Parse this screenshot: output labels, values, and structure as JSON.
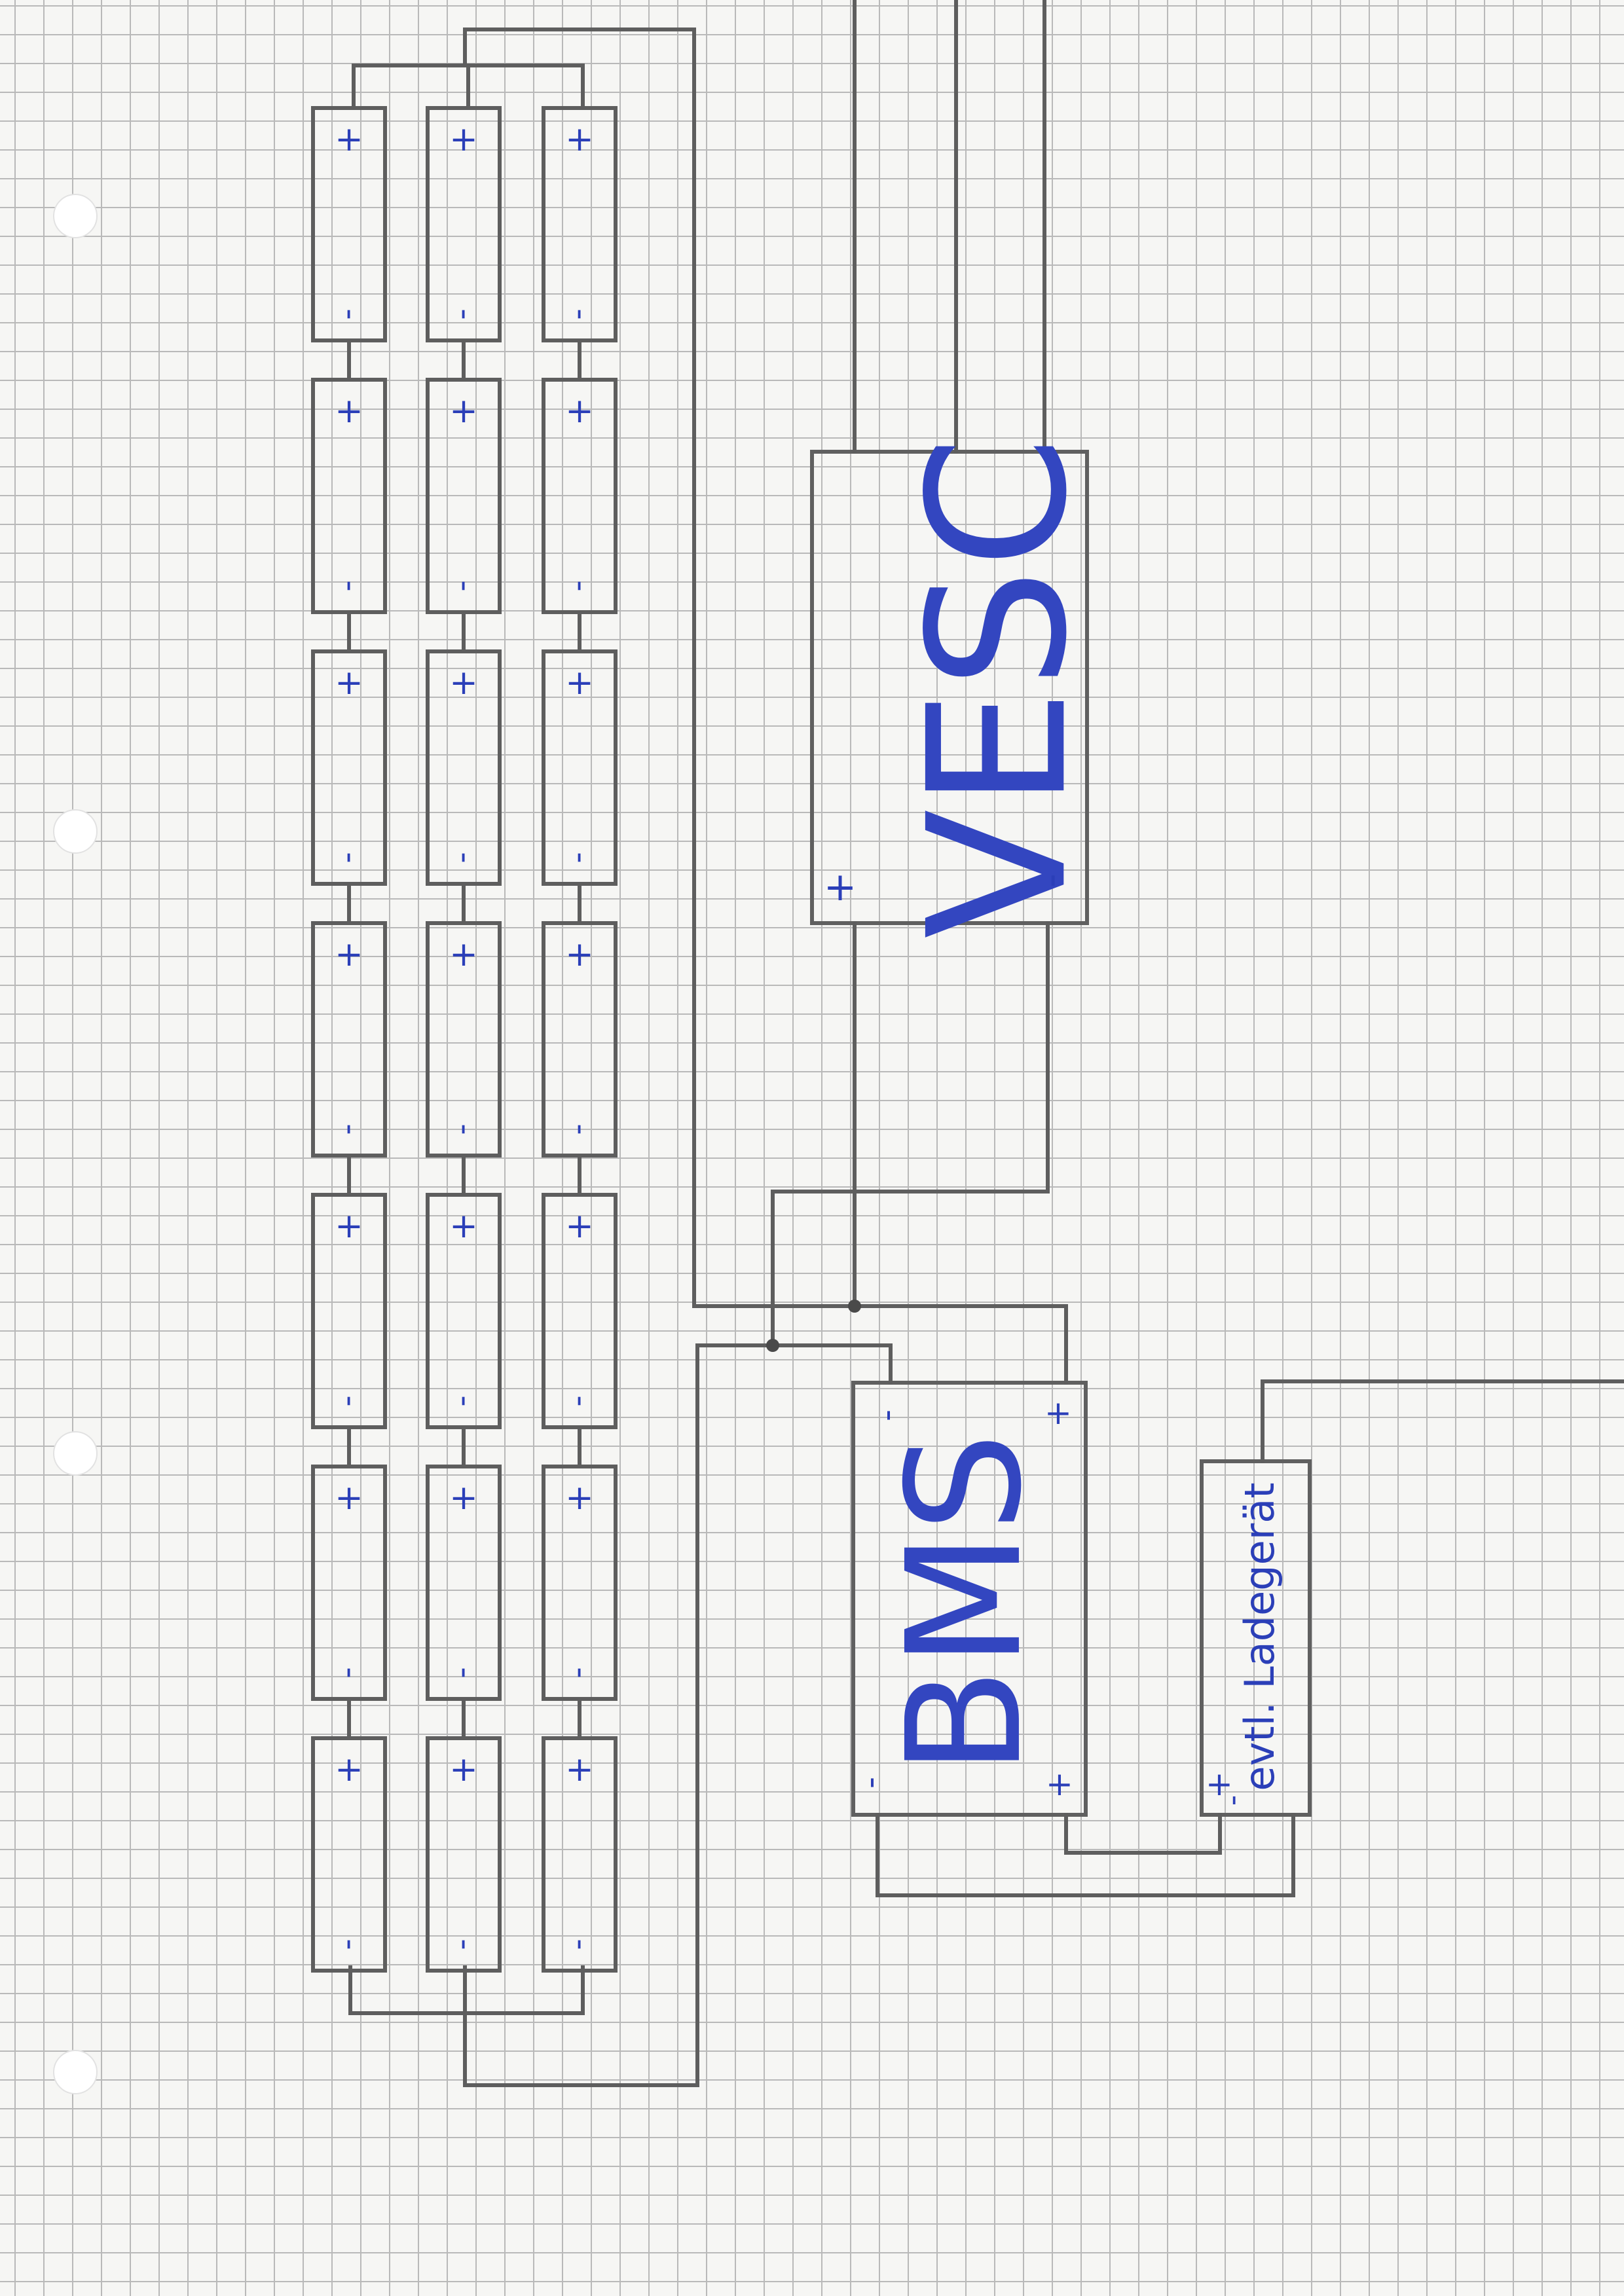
{
  "cell_grid": {
    "rows": 7,
    "cols": 3,
    "plus": "+",
    "minus": "-"
  },
  "vesc": {
    "label": "VESC",
    "plus": "+",
    "minus": "-"
  },
  "bms": {
    "label": "BMS",
    "minus_top": "-",
    "plus_top": "+",
    "minus_bottom": "-",
    "plus_bottom": "+"
  },
  "charger": {
    "label": "evtl. Ladegerät",
    "plus": "+",
    "minus": "-"
  },
  "colors": {
    "ink": "#2b3fb8",
    "pencil": "#5e5e5e",
    "paper": "#f6f6f4",
    "grid": "#b9b9b9"
  }
}
